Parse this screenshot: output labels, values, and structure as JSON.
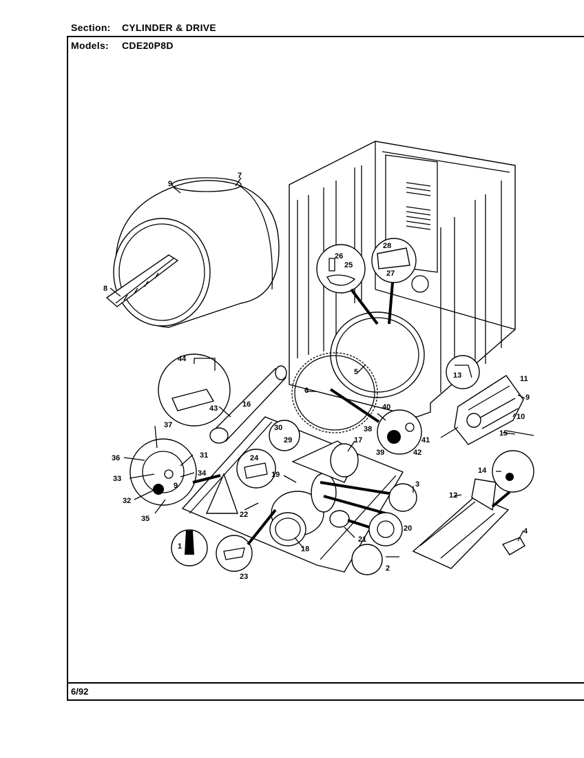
{
  "header": {
    "section_label": "Section:",
    "section_value": "CYLINDER & DRIVE",
    "models_label": "Models:",
    "models_value": "CDE20P8D"
  },
  "footer": {
    "date": "6/92"
  },
  "part_numbers": {
    "p1": "1",
    "p2": "2",
    "p3": "3",
    "p4": "4",
    "p5": "5",
    "p6": "6",
    "p7": "7",
    "p8": "8",
    "p9": "9",
    "p10": "10",
    "p11": "11",
    "p12": "12",
    "p13": "13",
    "p14": "14",
    "p15": "15",
    "p16": "16",
    "p17": "17",
    "p18": "18",
    "p19": "19",
    "p20": "20",
    "p21": "21",
    "p22": "22",
    "p23": "23",
    "p24": "24",
    "p25": "25",
    "p26": "26",
    "p27": "27",
    "p28": "28",
    "p29": "29",
    "p30": "30",
    "p31": "31",
    "p32": "32",
    "p33": "33",
    "p34": "34",
    "p35": "35",
    "p36": "36",
    "p37": "37",
    "p38": "38",
    "p39": "39",
    "p40": "40",
    "p41": "41",
    "p42": "42",
    "p43": "43",
    "p44": "44"
  }
}
